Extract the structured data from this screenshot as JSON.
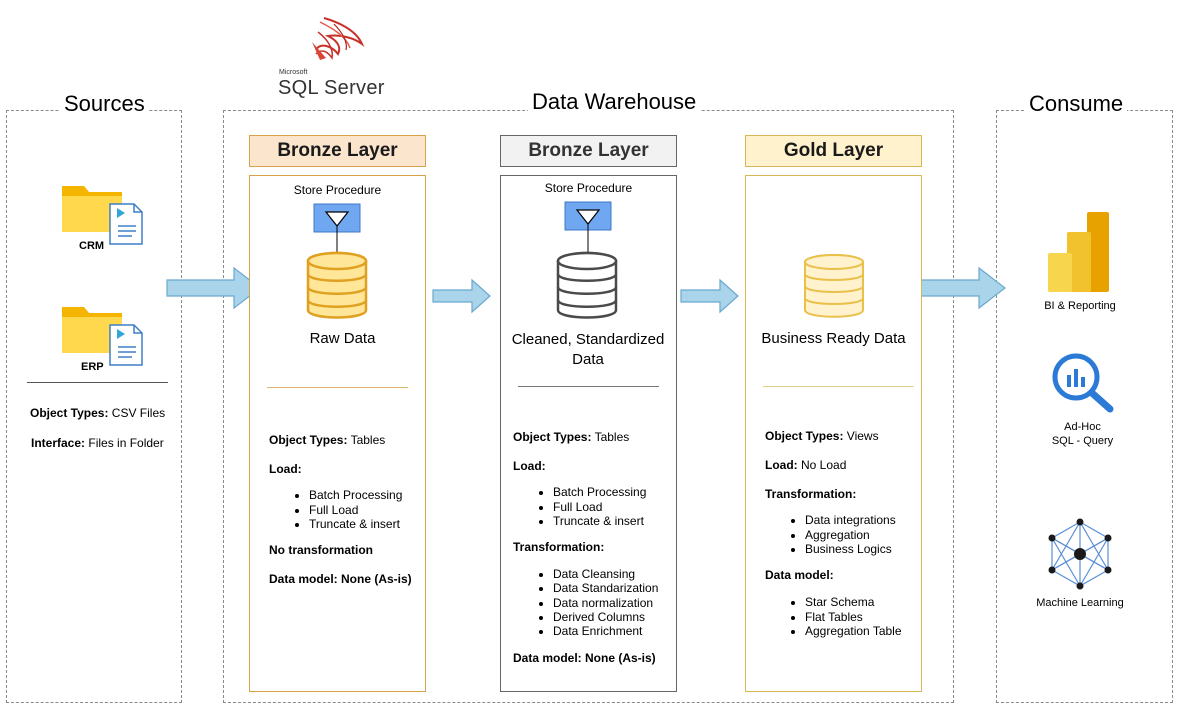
{
  "logo": {
    "brand": "Microsoft",
    "product": "SQL Server"
  },
  "sections": {
    "sources": "Sources",
    "warehouse": "Data Warehouse",
    "consume": "Consume"
  },
  "sources": {
    "crm": "CRM",
    "erp": "ERP",
    "object_types_label": "Object Types:",
    "object_types_value": " CSV Files",
    "interface_label": "Interface:",
    "interface_value": " Files in Folder"
  },
  "layers": [
    {
      "header": "Bronze Layer",
      "procedure": "Store Procedure",
      "caption": "Raw Data",
      "object_types_label": "Object Types:",
      "object_types_value": " Tables",
      "load_label": "Load:",
      "load_items": [
        "Batch Processing",
        "Full Load",
        "Truncate & insert"
      ],
      "transformation": "No transformation",
      "data_model": "Data model: None (As-is)"
    },
    {
      "header": "Bronze Layer",
      "procedure": "Store Procedure",
      "caption": "Cleaned, Standardized Data",
      "object_types_label": "Object Types:",
      "object_types_value": " Tables",
      "load_label": "Load:",
      "load_items": [
        "Batch Processing",
        "Full Load",
        "Truncate & insert"
      ],
      "transformation_label": "Transformation:",
      "transformation_items": [
        "Data Cleansing",
        "Data Standarization",
        "Data normalization",
        "Derived Columns",
        "Data Enrichment"
      ],
      "data_model": "Data model: None (As-is)"
    },
    {
      "header": "Gold Layer",
      "caption": "Business Ready Data",
      "object_types_label": "Object Types:",
      "object_types_value": " Views",
      "load_label": "Load:",
      "load_value": " No Load",
      "transformation_label": "Transformation:",
      "transformation_items": [
        "Data integrations",
        "Aggregation",
        "Business Logics"
      ],
      "data_model_label": "Data model:",
      "data_model_items": [
        "Star Schema",
        "Flat Tables",
        "Aggregation Table"
      ]
    }
  ],
  "consume": {
    "bi": "BI & Reporting",
    "adhoc_1": "Ad-Hoc",
    "adhoc_2": "SQL - Query",
    "ml": "Machine Learning"
  },
  "colors": {
    "bronze_fill": "#fce5cd",
    "bronze_border": "#d6a24b",
    "silver_fill": "#f2f2f2",
    "silver_border": "#666666",
    "gold_fill": "#fff2cc",
    "gold_border": "#d6b656",
    "arrow_fill": "#a9d4ea",
    "arrow_border": "#6aa9cf",
    "procedure_blue": "#6fa8f0"
  }
}
